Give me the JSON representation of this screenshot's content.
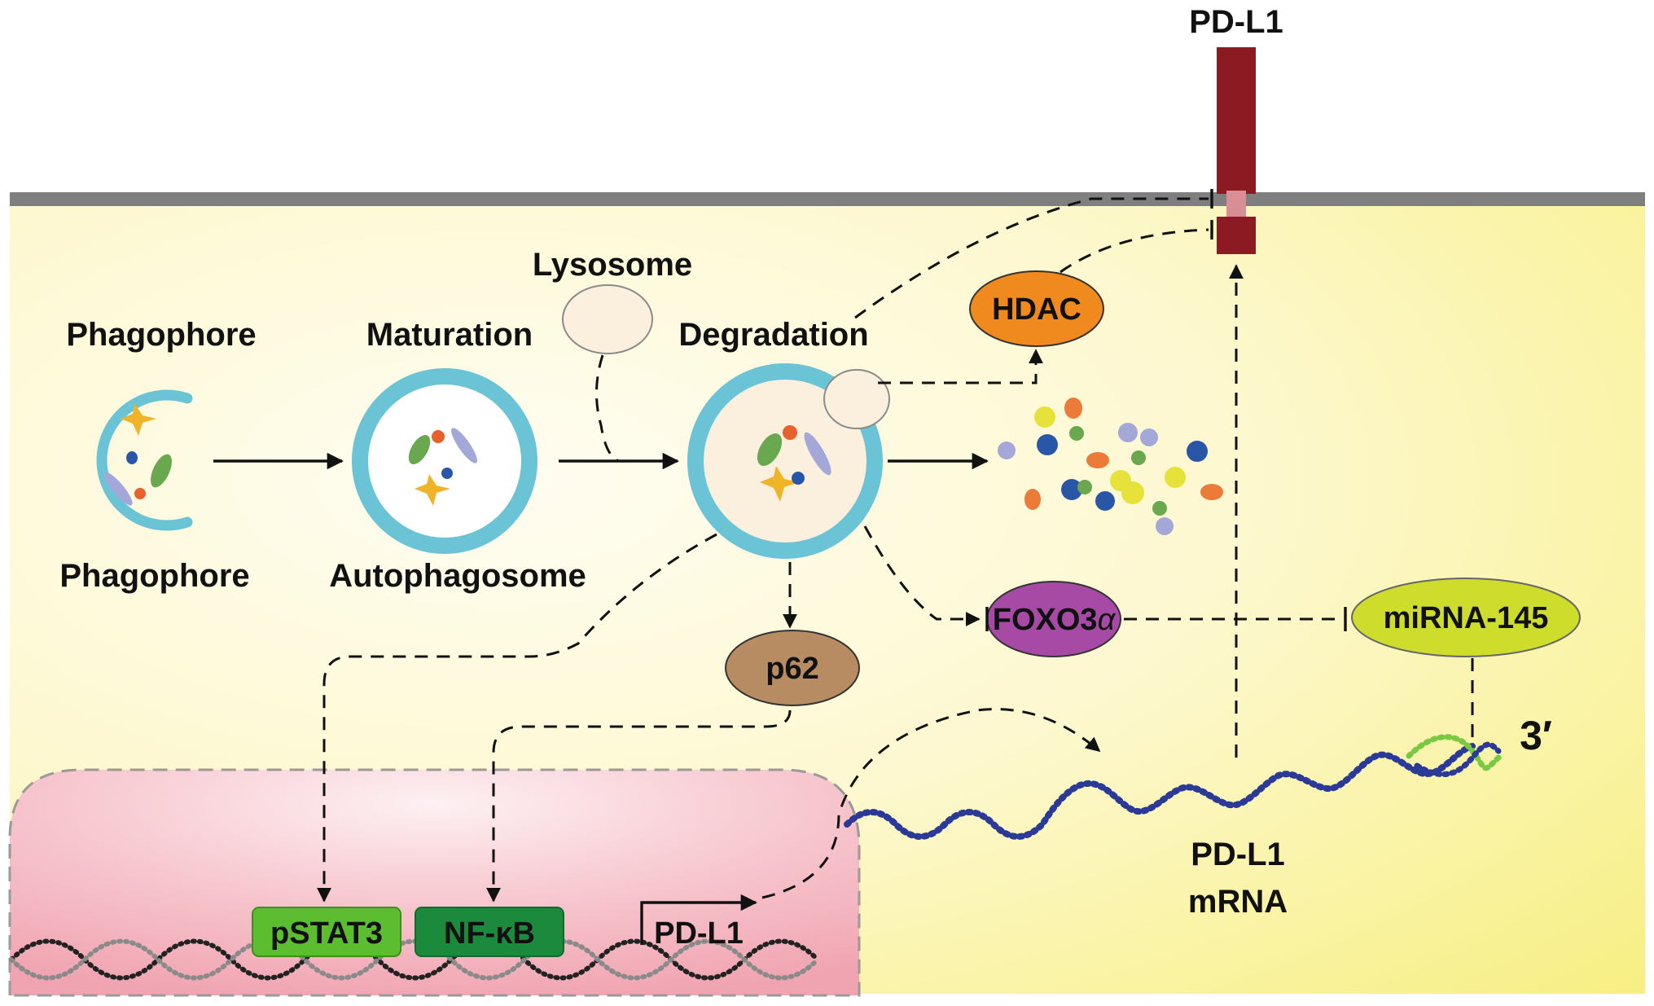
{
  "colors": {
    "membrane": "#7f7f7f",
    "cytoplasm_light": "#fffbe8",
    "cytoplasm_yellow": "#f7f08a",
    "nucleus": "#f2a9b4",
    "autophagosome_ring": "#6bc4d6",
    "pdl1_receptor": "#8b1a22",
    "pdl1_receptor_joint": "#d98d95",
    "hdac": "#f08a1e",
    "p62": "#b88c62",
    "foxo3a": "#a64aa6",
    "mirna145": "#cedc2c",
    "pstat3": "#5cbd30",
    "nfkb": "#1c8a3c",
    "mrna": "#2b3a97",
    "mirna_binding": "#7ac943"
  },
  "labels": {
    "pdl1_surface": "PD-L1",
    "lysosome": "Lysosome",
    "phagophore_top": "Phagophore",
    "phagophore_bottom": "Phagophore",
    "maturation": "Maturation",
    "autophagosome": "Autophagosome",
    "degradation": "Degradation",
    "three_prime": "3′",
    "pdl1_mrna_line1": "PD-L1",
    "pdl1_mrna_line2": "mRNA",
    "pdl1_gene": "PD-L1"
  },
  "nodes": {
    "hdac": "HDAC",
    "p62": "p62",
    "foxo3a": "FOXO3",
    "foxo3a_greek": "α",
    "mirna145": "miRNA-145",
    "pstat3": "pSTAT3",
    "nfkb": "NF-κB"
  }
}
